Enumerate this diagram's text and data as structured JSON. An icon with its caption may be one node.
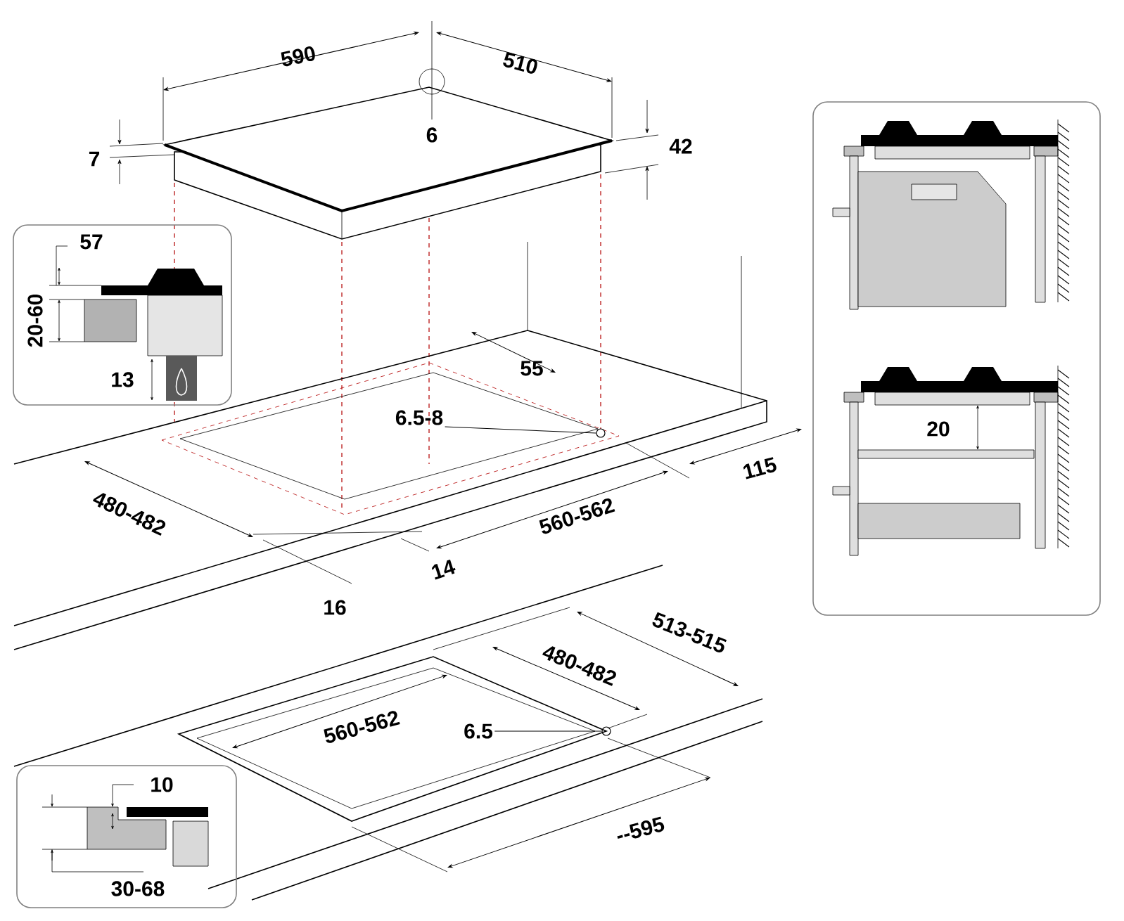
{
  "diagram": {
    "nodes": [
      {
        "text": [
          "57",
          "20-60",
          "13"
        ]
      },
      {
        "text": [
          "20"
        ]
      },
      {
        "text": [
          "10",
          "30-68"
        ]
      },
      {
        "text": [
          "6.5-8"
        ]
      },
      {
        "text": [
          "6.5"
        ]
      },
      {
        "text": [],
        "shape": "circle"
      },
      {
        "text": [],
        "shape": "circle"
      }
    ],
    "edges": [
      {
        "from": 3,
        "to": 5,
        "arrow": "none"
      },
      {
        "from": 4,
        "to": 6,
        "arrow": "none"
      }
    ],
    "labels": [
      "590",
      "510",
      "7",
      "6",
      "42",
      "55",
      "480-482",
      "115",
      "560-562",
      "14",
      "16",
      "513-515",
      "480-482",
      "560-562",
      "--595"
    ]
  }
}
